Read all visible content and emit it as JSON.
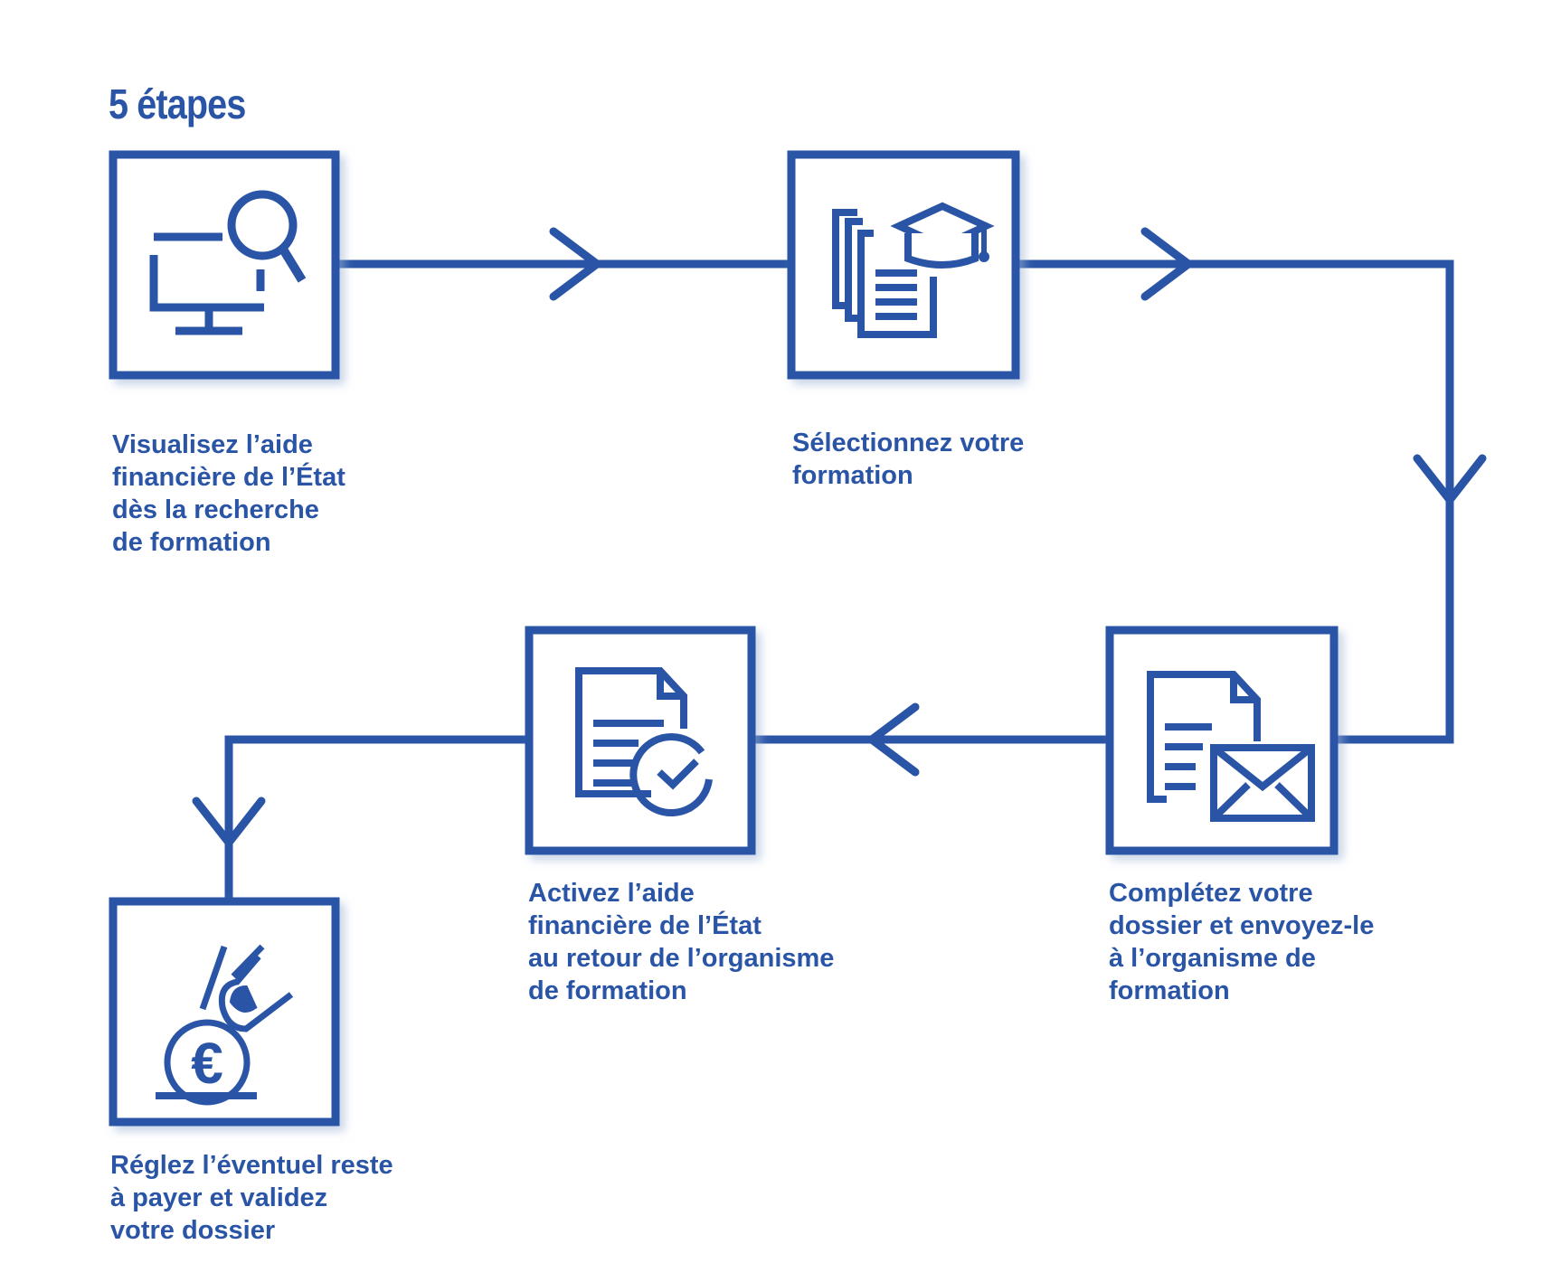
{
  "title": "5 étapes",
  "colors": {
    "primary": "#2a55a6",
    "background": "#ffffff"
  },
  "steps": [
    {
      "order": 1,
      "icon": "computer-search-icon",
      "lines": [
        "Visualisez l’aide",
        "financière de l’État",
        "dès la recherche",
        "de formation"
      ]
    },
    {
      "order": 2,
      "icon": "documents-graduation-cap-icon",
      "lines": [
        "Sélectionnez votre",
        "formation"
      ]
    },
    {
      "order": 3,
      "icon": "document-envelope-icon",
      "lines": [
        "Complétez votre",
        "dossier et envoyez-le",
        "à l’organisme de",
        "formation"
      ]
    },
    {
      "order": 4,
      "icon": "document-check-icon",
      "lines": [
        "Activez l’aide",
        "financière de l’État",
        "au retour de l’organisme",
        "de formation"
      ]
    },
    {
      "order": 5,
      "icon": "hand-euro-coin-icon",
      "lines": [
        "Réglez l’éventuel reste",
        "à payer et validez",
        "votre dossier"
      ]
    }
  ]
}
